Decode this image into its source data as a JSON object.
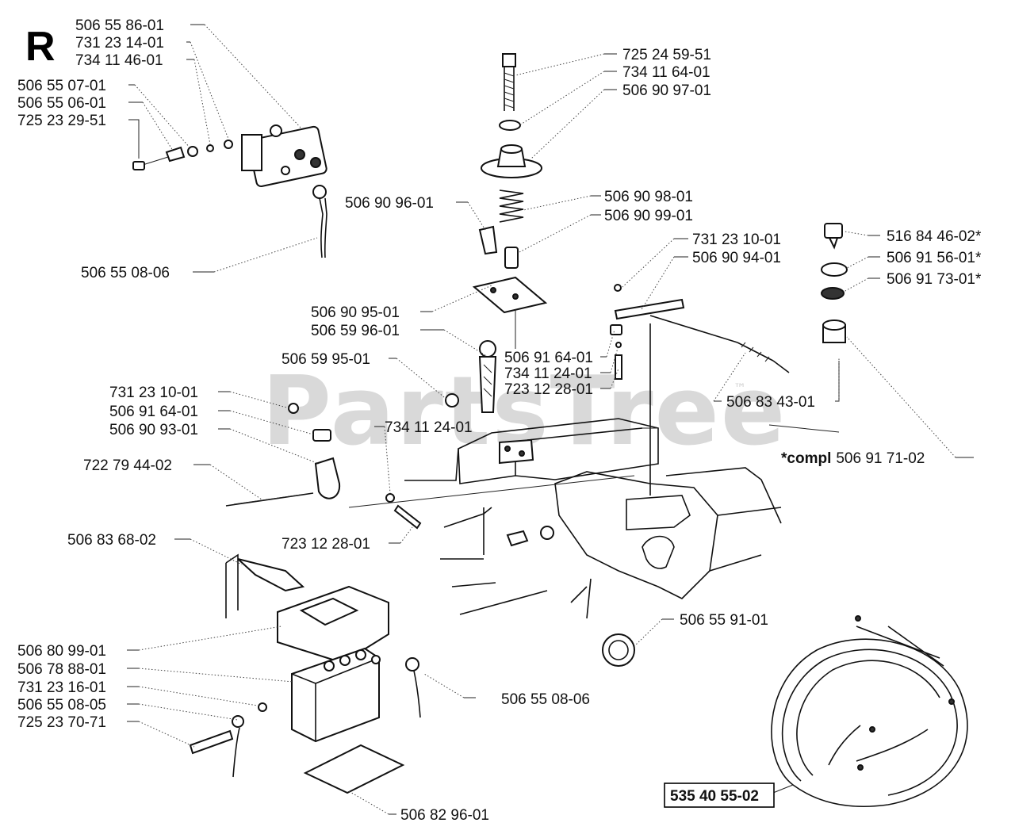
{
  "section_letter": "R",
  "watermark": "PartsTree",
  "watermark_tm": "™",
  "kit_label": "535 40 55-02",
  "compl_prefix": "*compl",
  "compl_number": "506 91 71-02",
  "labels": {
    "l01": "506 55 86-01",
    "l02": "731 23 14-01",
    "l03": "734 11 46-01",
    "l04": "506 55 07-01",
    "l05": "506 55 06-01",
    "l06": "725 23 29-51",
    "l07": "506 55 08-06",
    "l08": "725 24 59-51",
    "l09": "734 11 64-01",
    "l10": "506 90 97-01",
    "l11": "506 90 96-01",
    "l12": "506 90 98-01",
    "l13": "506 90 99-01",
    "l14": "506 90 95-01",
    "l15": "506 59 96-01",
    "l16": "506 59 95-01",
    "l17": "731 23 10-01",
    "l18": "506 91 64-01",
    "l19": "506 90 93-01",
    "l20": "722 79 44-02",
    "l21": "734 11 24-01",
    "l22": "723 12 28-01",
    "l23": "506 83 68-02",
    "l24": "506 80 99-01",
    "l25": "506 78 88-01",
    "l26": "731 23 16-01",
    "l27": "506 55 08-05",
    "l28": "725 23 70-71",
    "l29": "506 55 08-06",
    "l30": "506 82 96-01",
    "l31": "506 55 91-01",
    "l32": "731 23 10-01",
    "l33": "506 90 94-01",
    "l34": "506 91 64-01",
    "l35": "734 11 24-01",
    "l36": "723 12 28-01",
    "l37": "506 83 43-01",
    "l38": "516 84 46-02*",
    "l39": "506 91 56-01*",
    "l40": "506 91 73-01*"
  }
}
